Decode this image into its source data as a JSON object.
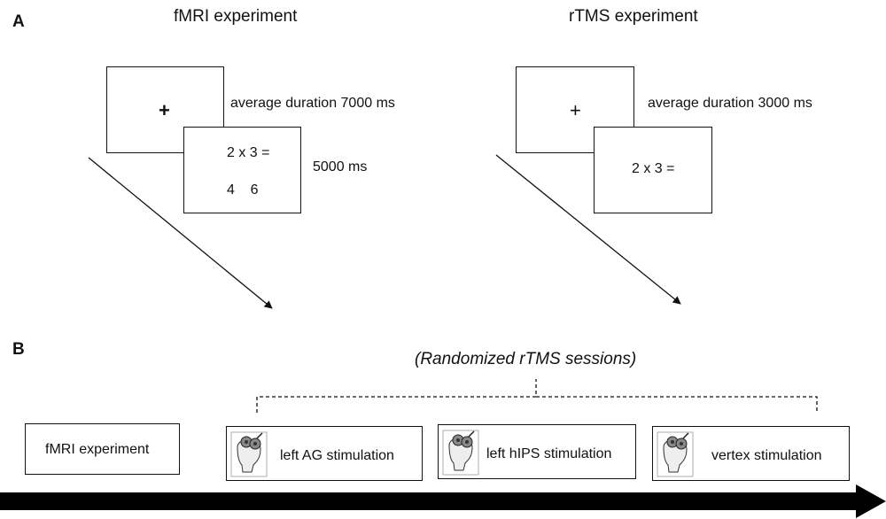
{
  "panel_a": {
    "label": "A",
    "fmri": {
      "title": "fMRI experiment",
      "fixation": "+",
      "fixation_duration": "average duration 7000 ms",
      "problem": "2 x 3 =",
      "options": "4    6",
      "problem_duration": "5000 ms"
    },
    "rtms": {
      "title": "rTMS experiment",
      "fixation": "+",
      "fixation_duration": "average duration 3000 ms",
      "problem": "2 x 3 ="
    }
  },
  "panel_b": {
    "label": "B",
    "bracket_label": "(Randomized rTMS sessions)",
    "boxes": [
      "fMRI experiment",
      "left AG stimulation",
      "left hIPS stimulation",
      "vertex stimulation"
    ]
  }
}
